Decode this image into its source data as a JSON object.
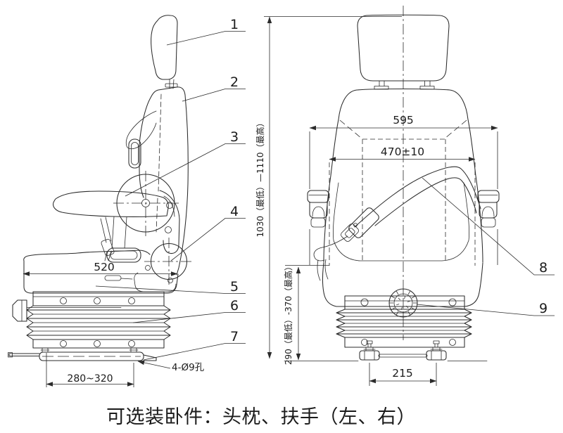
{
  "meta": {
    "background": "#ffffff",
    "ink": "#2b2b2b",
    "description_type": "seat engineering drawing, side and front views"
  },
  "caption": "可选装卧件：头枕、扶手（左、右）",
  "callouts": {
    "c1": "1",
    "c2": "2",
    "c3": "3",
    "c4": "4",
    "c5": "5",
    "c6": "6",
    "c7": "7",
    "c8": "8",
    "c9": "9"
  },
  "dimensions": {
    "seat_depth": "520",
    "mount_span": "280~320",
    "mount_holes": "4-Ø9孔",
    "overall_width": "595",
    "inner_width": "470±10",
    "base_span": "215",
    "seat_height_range": "290（最低）-370（最高）",
    "overall_height_range": "1030（最低）—1110（最高）"
  }
}
